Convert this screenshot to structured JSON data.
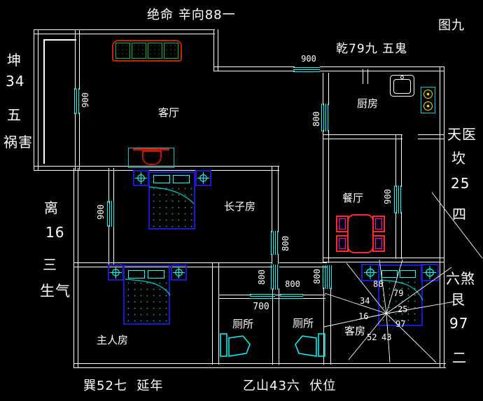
{
  "colors": {
    "background": "#000000",
    "wall": "#ffffff",
    "window": "#00ffff",
    "bed_frame": "#1a1ad6",
    "bedding": "#00cccc",
    "sofa_outline": "#cc2200",
    "sofa_cushion": "#00bb33",
    "dining_table": "#ff2a2a",
    "chair_inner": "#ff00ff",
    "stove_burner": "#e8e800",
    "text": "#ffffff"
  },
  "figure": {
    "number": "图九",
    "top_title": "绝命 辛向88一",
    "top_right": "乾79九 五鬼"
  },
  "perimeter": {
    "left_upper": {
      "trigram": "坤",
      "number": "34",
      "rank": "五",
      "star": "祸害"
    },
    "left_lower": {
      "trigram": "离",
      "number": "16",
      "rank": "三",
      "star": "生气"
    },
    "right_upper": {
      "star": "天医",
      "trigram": "坎",
      "number": "25",
      "rank": "四"
    },
    "right_lower": {
      "star": "六煞",
      "trigram": "艮",
      "number": "97",
      "rank": "二"
    },
    "bottom_left": {
      "group": "巽52七",
      "star": "延年"
    },
    "bottom_right": {
      "group": "乙山43六",
      "star": "伏位"
    }
  },
  "rooms": {
    "living": "客厅",
    "kitchen": "厨房",
    "eldest_son": "长子房",
    "dining": "餐厅",
    "master": "主人房",
    "toilet_left": "厕所",
    "toilet_right": "厕所",
    "guest": "客房"
  },
  "dimensions": {
    "top_window": "900",
    "balcony_window": "900",
    "kitchen_window": "800",
    "son_left_window": "900",
    "son_right_window": "800",
    "dining_window": "900",
    "lobby_window": "800",
    "guest_window": "800",
    "lobby_opening": "800",
    "toilet_left_door": "700"
  },
  "compass": {
    "n1": "88",
    "n2": "79",
    "n3": "34",
    "n4": "25",
    "n5": "16",
    "n6": "97",
    "n7": "52",
    "n8": "43"
  }
}
